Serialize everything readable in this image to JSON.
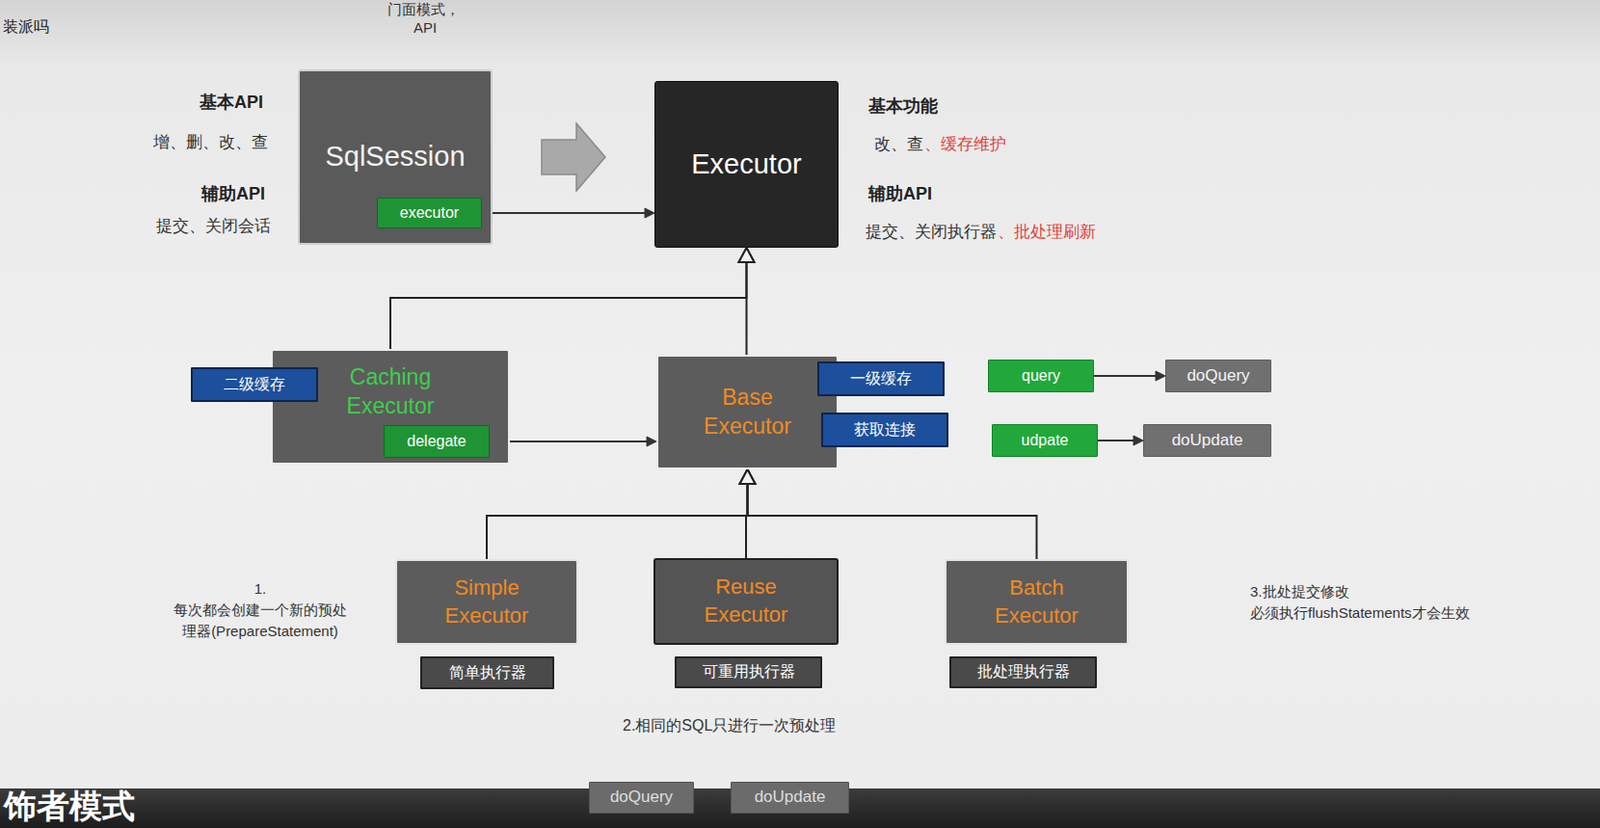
{
  "diagram": {
    "nodes": [
      {
        "text": [
          "SqlSession"
        ]
      },
      {
        "text": [
          "executor"
        ],
        "in": 0
      },
      {
        "text": [
          "Executor"
        ]
      },
      {
        "text": [
          "Caching Executor"
        ]
      },
      {
        "text": [
          "二级缓存"
        ],
        "in": 3
      },
      {
        "text": [
          "delegate"
        ],
        "in": 3
      },
      {
        "text": [
          "Base Executor"
        ]
      },
      {
        "text": [
          "一级缓存"
        ],
        "in": 6
      },
      {
        "text": [
          "获取连接"
        ],
        "in": 6
      },
      {
        "text": [
          "query"
        ]
      },
      {
        "text": [
          "doQuery"
        ]
      },
      {
        "text": [
          "udpate"
        ]
      },
      {
        "text": [
          "doUpdate"
        ]
      },
      {
        "text": [
          "Simple Executor"
        ]
      },
      {
        "text": [
          "简单执行器"
        ]
      },
      {
        "text": [
          "Reuse Executor"
        ]
      },
      {
        "text": [
          "可重用执行器"
        ]
      },
      {
        "text": [
          "Batch Executor"
        ]
      },
      {
        "text": [
          "批处理执行器"
        ]
      },
      {
        "text": [
          "doQuery"
        ]
      },
      {
        "text": [
          "doUpdate"
        ]
      }
    ],
    "edges": [
      {
        "from": 0,
        "to": 2,
        "arrow": "to"
      },
      {
        "from": 1,
        "to": 2,
        "arrow": "to"
      },
      {
        "from": 3,
        "to": 2,
        "arrow": "to"
      },
      {
        "from": 5,
        "to": 6,
        "arrow": "to"
      },
      {
        "from": 6,
        "to": 2,
        "arrow": "to"
      },
      {
        "from": 9,
        "to": 10,
        "arrow": "to"
      },
      {
        "from": 11,
        "to": 12,
        "arrow": "to"
      },
      {
        "from": 13,
        "to": 6,
        "arrow": "to"
      },
      {
        "from": 15,
        "to": 6,
        "arrow": "to"
      },
      {
        "from": 17,
        "to": 6,
        "arrow": "to"
      }
    ],
    "labels": [
      "装派吗",
      "门面模式，",
      "API",
      "基本API",
      "增、删、改、查",
      "辅助API",
      "提交、关闭会话",
      "基本功能",
      "改、查",
      "、缓存维护",
      "辅助API",
      "提交、关闭执行器",
      "、批处理刷新",
      "1.每次都会创建一个新的预处 理器(PrepareStatement)",
      "2.相同的SQL只进行一次预处理",
      "3.批处提交修改 必须执行flushStatements才会生效",
      "饰者模式"
    ]
  }
}
